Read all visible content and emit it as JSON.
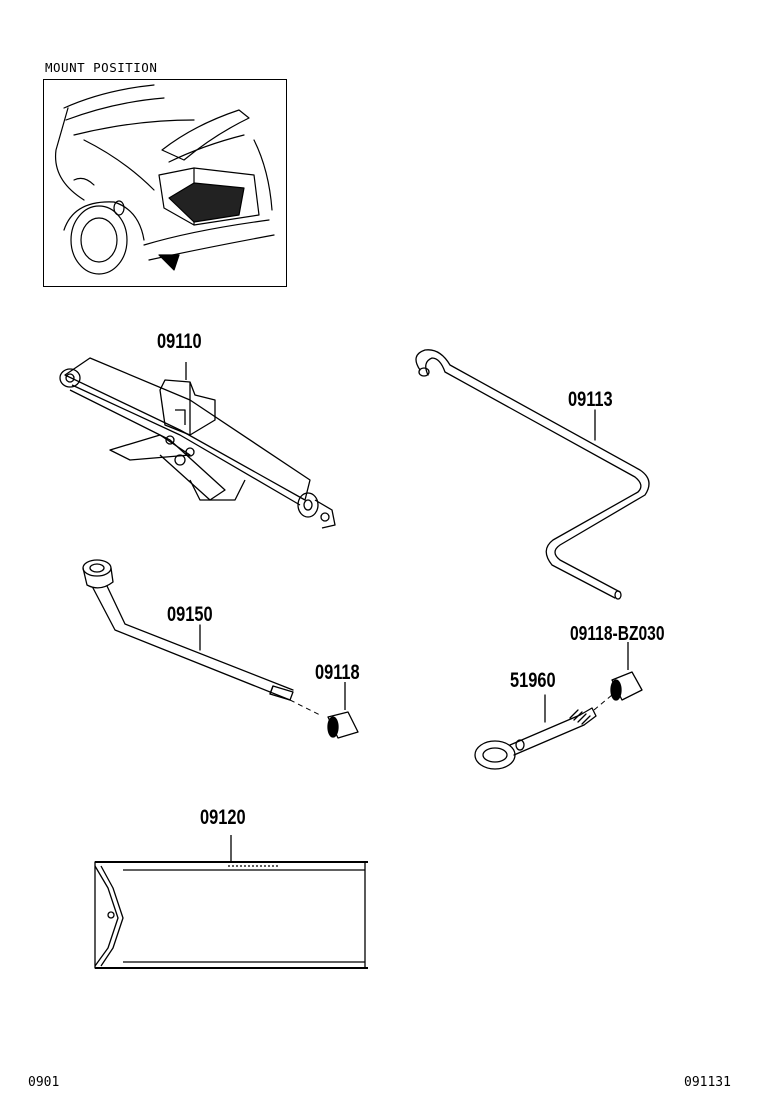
{
  "mount_position": {
    "label": "MOUNT POSITION"
  },
  "parts": {
    "jack": "09110",
    "jack_handle": "09113",
    "wrench": "09150",
    "cap": "09118",
    "bag": "09120",
    "cap_bz": "09118-BZ030",
    "tow_hook": "51960"
  },
  "footer": {
    "left_code": "0901",
    "right_code": "091131"
  }
}
